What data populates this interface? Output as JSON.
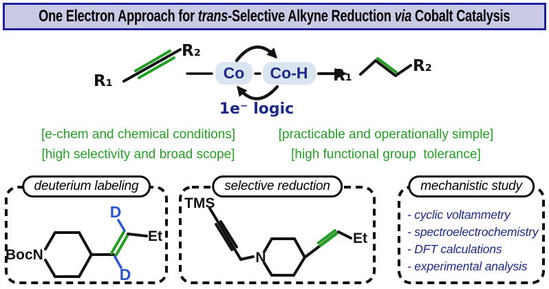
{
  "title": {
    "part1": "One Electron Approach for ",
    "italic1": "trans",
    "part2": "-Selective Alkyne Reduction ",
    "italic2": "via",
    "part3": " Cobalt Catalysis"
  },
  "scheme": {
    "substrate_r1": "R₁",
    "substrate_r2": "R₂",
    "co_label": "Co",
    "co_h_label": "Co-H",
    "cycle_label": "1e⁻ logic",
    "product_r1": "R₁",
    "product_r2": "R₂"
  },
  "highlights": {
    "left": [
      "[e-chem and chemical conditions]",
      "[high selectivity and broad scope]"
    ],
    "right": [
      "[practicable and operationally simple]",
      "[high functional group  tolerance]"
    ]
  },
  "boxes": [
    {
      "title": "deuterium labeling",
      "labels": {
        "bocn": "BocN",
        "d_top": "D",
        "d_bottom": "D",
        "et": "Et"
      }
    },
    {
      "title": "selective reduction",
      "labels": {
        "tms": "TMS",
        "n": "N",
        "et": "Et"
      }
    },
    {
      "title": "mechanistic study",
      "items": [
        "- cyclic voltammetry",
        "- spectroelectrochemistry",
        "- DFT calculations",
        "- experimental analysis"
      ]
    }
  ],
  "colors": {
    "green": "#23a023",
    "navy": "#1c2987",
    "blue": "#2b55cc",
    "title_bg": "#c8cae6",
    "title_border": "#20209a",
    "co_pill_bg": "#dbe5f1",
    "ink": "#111111"
  }
}
